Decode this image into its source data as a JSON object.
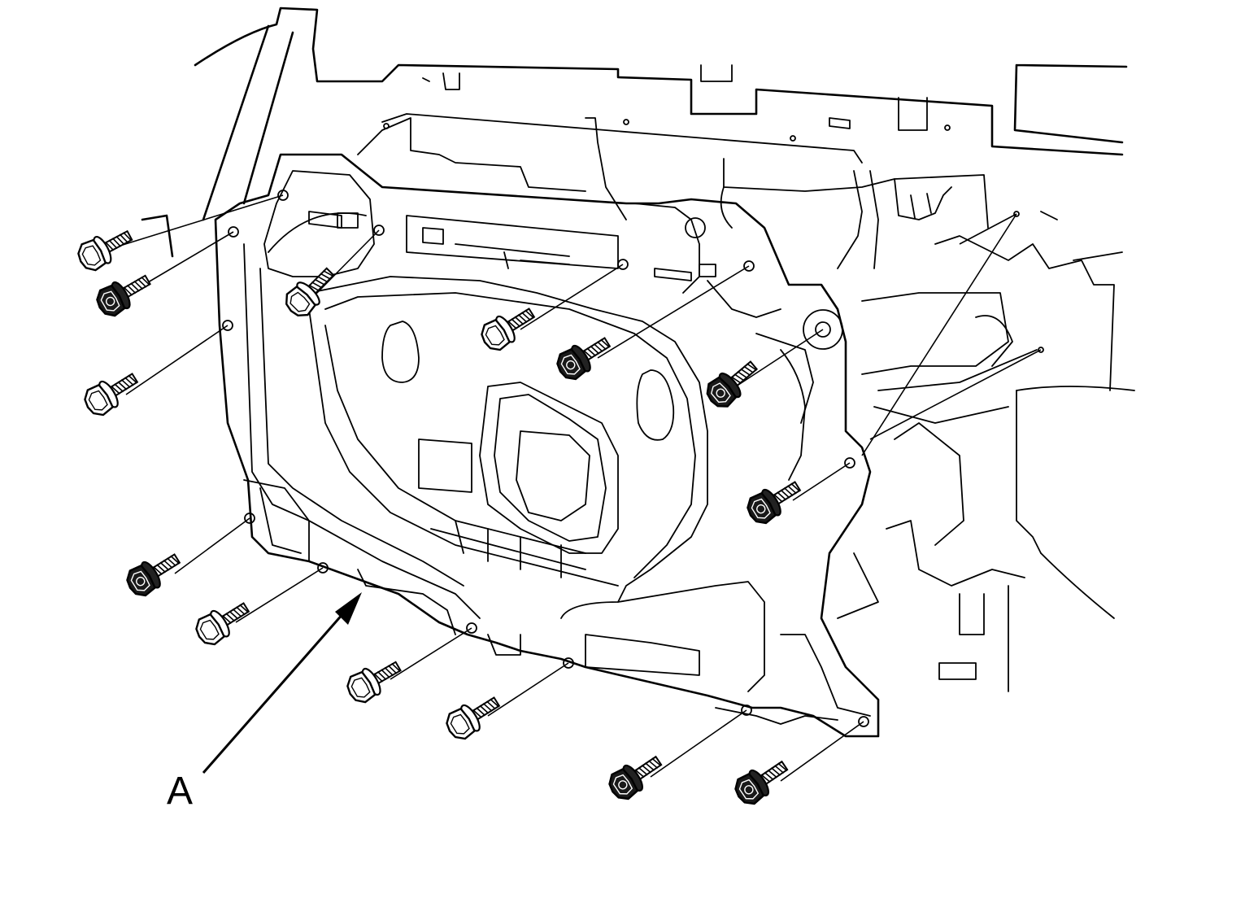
{
  "figure": {
    "callout_label": "A",
    "panel_color": "#000000",
    "background_color": "#ffffff"
  },
  "bolt_icon": "bolt-icon",
  "bolts": [
    {
      "id": "bolt-1",
      "shade": "light"
    },
    {
      "id": "bolt-2",
      "shade": "dark"
    },
    {
      "id": "bolt-3",
      "shade": "light"
    },
    {
      "id": "bolt-4",
      "shade": "light"
    },
    {
      "id": "bolt-5",
      "shade": "light"
    },
    {
      "id": "bolt-6",
      "shade": "dark"
    },
    {
      "id": "bolt-7",
      "shade": "dark"
    },
    {
      "id": "bolt-8",
      "shade": "dark"
    },
    {
      "id": "bolt-9",
      "shade": "dark"
    },
    {
      "id": "bolt-10",
      "shade": "light"
    },
    {
      "id": "bolt-11",
      "shade": "light"
    },
    {
      "id": "bolt-12",
      "shade": "light"
    },
    {
      "id": "bolt-13",
      "shade": "dark"
    },
    {
      "id": "bolt-14",
      "shade": "dark"
    },
    {
      "id": "bolt-15",
      "shade": "light"
    }
  ]
}
